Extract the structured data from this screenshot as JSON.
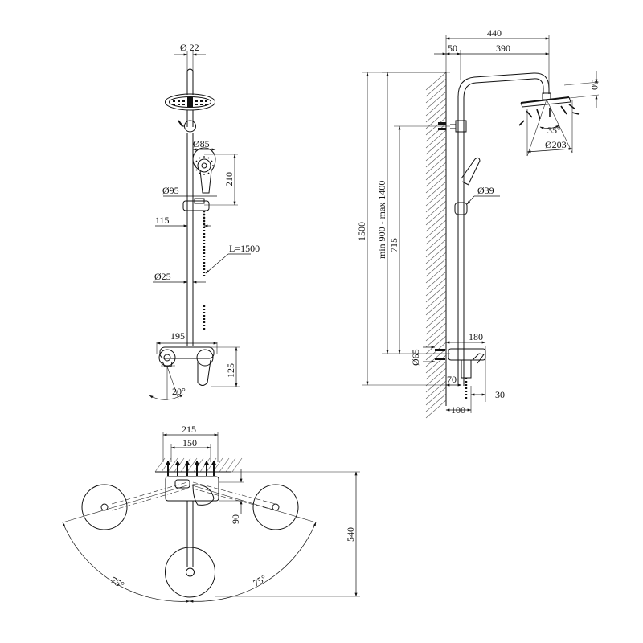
{
  "front_view": {
    "top_pipe_diameter": "Ø 22",
    "hand_shower_diameter": "Ø85",
    "hand_shower_length": "210",
    "holder_diameter": "Ø95",
    "holder_offset": "115",
    "hose_length": "L=1500",
    "bar_diameter": "Ø25",
    "mixer_width": "195",
    "mixer_height": "125",
    "spout_angle": "20°"
  },
  "side_view": {
    "total_reach": "440",
    "wall_gap": "50",
    "arm_length": "390",
    "head_offset": "50",
    "head_tilt": "35°",
    "head_diameter": "Ø203",
    "slider_diameter": "Ø39",
    "total_height": "1500",
    "adjustable_height": "min 900 - max 1400",
    "bar_height": "715",
    "mixer_depth": "180",
    "inlet_diameter": "Ø65",
    "spout_height": "70",
    "spout_projection": "30",
    "mixer_projection": "100"
  },
  "top_view": {
    "outer_width": "215",
    "inlet_spacing": "150",
    "arm_offset": "90",
    "projection": "540",
    "rotation_left": "75°",
    "rotation_right": "75°"
  }
}
